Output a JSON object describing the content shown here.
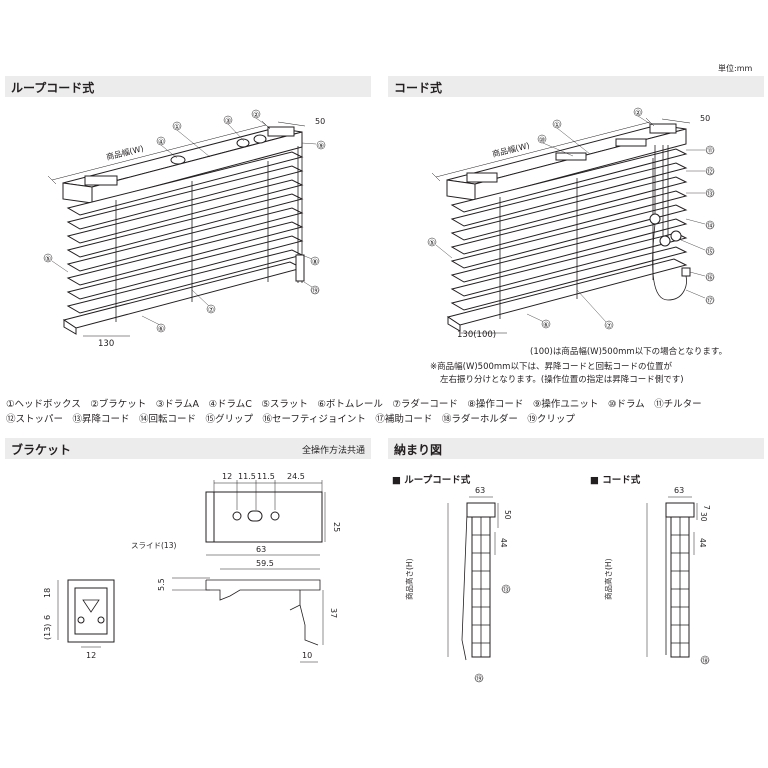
{
  "unit_label": "単位:mm",
  "sections": {
    "loop_cord": "ループコード式",
    "cord": "コード式",
    "bracket": "ブラケット",
    "bracket_note": "全操作方法共通",
    "fit": "納まり図"
  },
  "loop_diagram": {
    "width_label": "商品幅(W)",
    "dim_50": "50",
    "dim_130": "130",
    "callouts": [
      "①",
      "②",
      "③",
      "④",
      "⑤",
      "⑥",
      "⑦",
      "⑧",
      "⑨",
      "⑲"
    ]
  },
  "cord_diagram": {
    "width_label": "商品幅(W)",
    "dim_50": "50",
    "dim_130": "130(100)",
    "callouts": [
      "①",
      "②",
      "⑤",
      "⑥",
      "⑦",
      "⑩",
      "⑪",
      "⑫",
      "⑬",
      "⑭",
      "⑮",
      "⑯",
      "⑰"
    ]
  },
  "notes": {
    "line1": "(100)は商品幅(W)500mm以下の場合となります。",
    "line2": "※商品幅(W)500mm以下は、昇降コードと回転コードの位置が",
    "line3": "左右振り分けとなります。(操作位置の指定は昇降コード側です)"
  },
  "legend": {
    "row1": "①ヘッドボックス　②ブラケット　③ドラムA　④ドラムC　⑤スラット　⑥ボトムレール　⑦ラダーコード　⑧操作コード　⑨操作ユニット　⑩ドラム　⑪チルター",
    "row2": "⑫ストッパー　⑬昇降コード　⑭回転コード　⑮グリップ　⑯セーフティジョイント　⑰補助コード　⑱ラダーホルダー　⑲クリップ"
  },
  "bracket": {
    "top_dims": [
      "12",
      "11.5",
      "11.5",
      "24.5"
    ],
    "height_25": "25",
    "slide": "スライド(13)",
    "dim_63": "63",
    "dim_59_5": "59.5",
    "dim_5_5": "5.5",
    "dim_37": "37",
    "dim_10": "10",
    "side_dims": [
      "18",
      "6",
      "(13)",
      "12"
    ]
  },
  "fit": {
    "loop_title": "■ ループコード式",
    "cord_title": "■ コード式",
    "dim_63": "63",
    "dim_50": "50",
    "dim_30": "30",
    "dim_7": "7",
    "dim_44": "44",
    "height_label": "商品高さ(H)",
    "callouts_loop": [
      "⑬",
      "⑲"
    ],
    "callouts_cord": [
      "⑱"
    ]
  }
}
